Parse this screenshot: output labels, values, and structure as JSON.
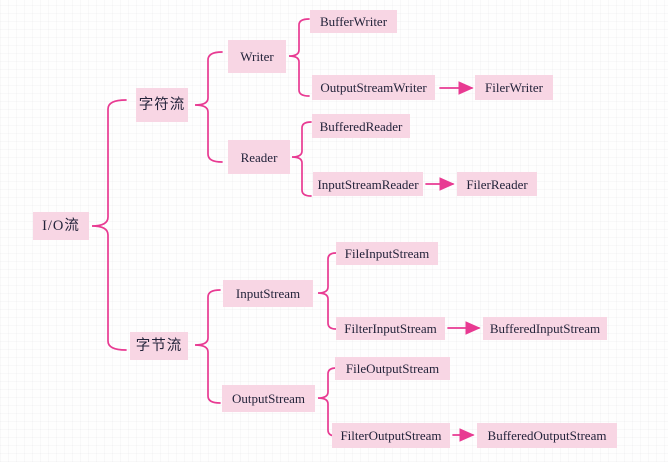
{
  "diagram": {
    "type": "tree",
    "direction": "left-to-right",
    "connector_style": "curly-braces-and-arrows"
  },
  "hierarchy": {
    "label": "I/O流",
    "children": [
      {
        "label": "字符流",
        "children": [
          {
            "label": "Writer",
            "children": [
              {
                "label": "BufferWriter"
              },
              {
                "label": "OutputStreamWriter",
                "arrow_to": "FilerWriter"
              }
            ]
          },
          {
            "label": "Reader",
            "children": [
              {
                "label": "BufferedReader"
              },
              {
                "label": "InputStreamReader",
                "arrow_to": "FilerReader"
              }
            ]
          }
        ]
      },
      {
        "label": "字节流",
        "children": [
          {
            "label": "InputStream",
            "children": [
              {
                "label": "FileInputStream"
              },
              {
                "label": "FilterInputStream",
                "arrow_to": "BufferedInputStream"
              }
            ]
          },
          {
            "label": "OutputStream",
            "children": [
              {
                "label": "FileOutputStream"
              },
              {
                "label": "FilterOutputStream",
                "arrow_to": "BufferedOutputStream"
              }
            ]
          }
        ]
      }
    ]
  },
  "colors": {
    "accent": "#e83a92",
    "box_fill": "#f8d6e4",
    "text": "#23233a",
    "background": "#fefefe"
  }
}
